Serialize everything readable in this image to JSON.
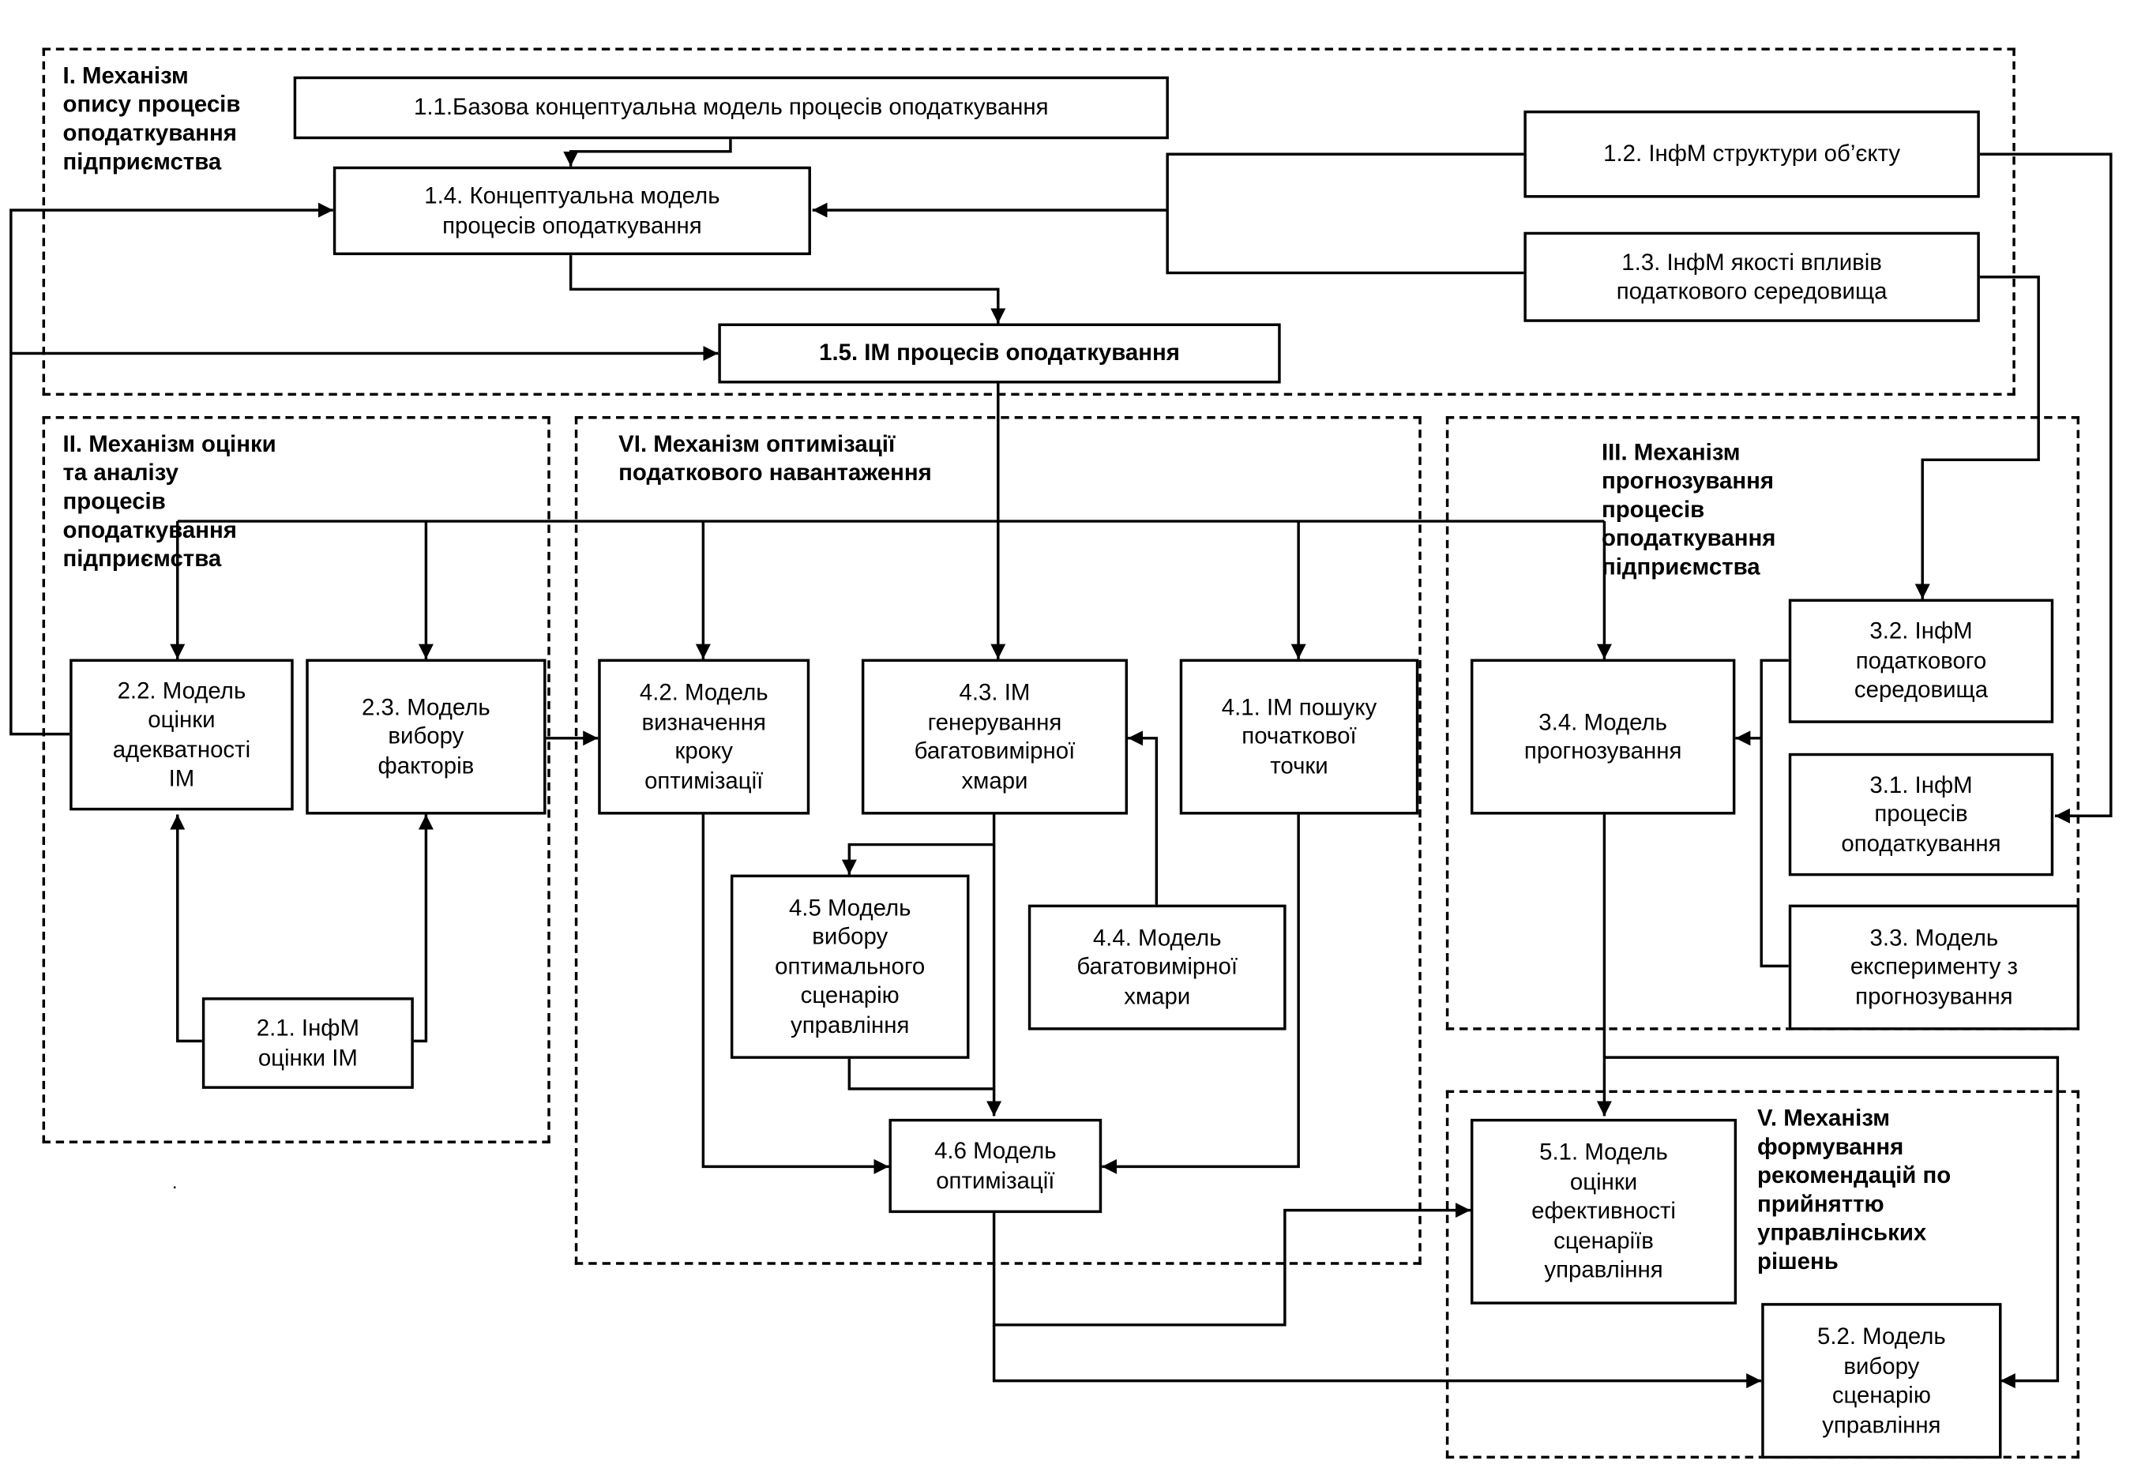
{
  "groups": {
    "g1": "I.  Механізм\nопису процесів\nоподаткування\nпідприємства",
    "g2": "II. Механізм оцінки\nта аналізу\nпроцесів\nоподаткування\nпідприємства",
    "g6": "VI. Механізм оптимізації\nподаткового навантаження",
    "g3": "III. Механізм\nпрогнозування\nпроцесів\nоподаткування\nпідприємства",
    "g5": "V. Механізм\nформування\nрекомендацій по\nприйняттю\nуправлінських\nрішень"
  },
  "boxes": {
    "b11": "1.1.Базова концептуальна модель процесів оподаткування",
    "b14": "1.4. Концептуальна модель\nпроцесів оподаткування",
    "b15": "1.5. ІМ процесів оподаткування",
    "b12": "1.2. ІнфМ структури об’єкту",
    "b13": "1.3. ІнфМ якості впливів\nподаткового середовища",
    "b22": "2.2. Модель\nоцінки\nадекватності\nІМ",
    "b23": "2.3. Модель\nвибору\nфакторів",
    "b21": "2.1. ІнфМ\nоцінки ІМ",
    "b42": "4.2. Модель\nвизначення\nкроку\nоптимізації",
    "b43": "4.3. ІМ\nгенерування\nбагатовимірної\nхмари",
    "b41": "4.1. ІМ пошуку\nпочаткової\nточки",
    "b45": "4.5 Модель\nвибору\nоптимального\nсценарію\nуправління",
    "b44": "4.4. Модель\nбагатовимірної\nхмари",
    "b46": "4.6  Модель\nоптимізації",
    "b32": "3.2. ІнфМ\nподаткового\nсередовища",
    "b34": "3.4. Модель\nпрогнозування",
    "b31": "3.1. ІнфМ\nпроцесів\nоподаткування",
    "b33": "3.3. Модель\nексперименту з\nпрогнозування",
    "b51": "5.1. Модель\nоцінки\nефективності\nсценаріїв\nуправління",
    "b52": "5.2. Модель\nвибору\nсценарію\nуправління"
  },
  "note": "."
}
